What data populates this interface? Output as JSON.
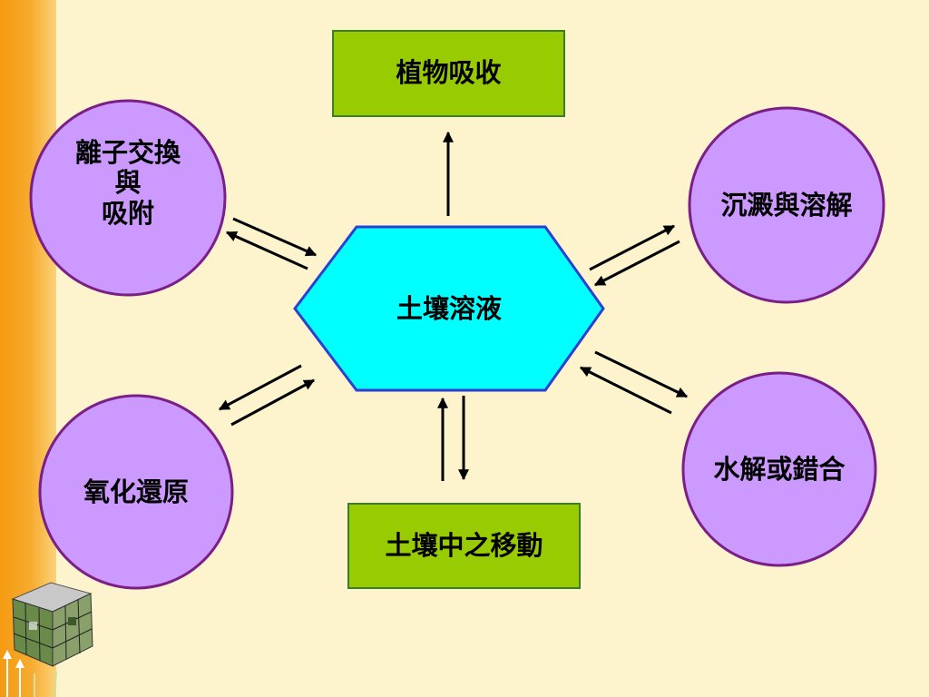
{
  "center": {
    "label": "土壤溶液"
  },
  "top_box": {
    "label": "植物吸收"
  },
  "bottom_box": {
    "label": "土壤中之移動"
  },
  "left_top_circle": {
    "lines": [
      "離子交換",
      "與",
      "吸附"
    ]
  },
  "right_top_circle": {
    "label": "沉澱與溶解"
  },
  "left_bottom_circle": {
    "label": "氧化還原"
  },
  "right_bottom_circle": {
    "label": "水解或錯合"
  },
  "colors": {
    "background": "#fdf3cc",
    "sidebar": "#f7a81c",
    "box_fill": "#99cc00",
    "box_border": "#3b7d2a",
    "circle_fill": "#cc99ff",
    "circle_border": "#7a1f86",
    "hexagon_fill": "#00ffff",
    "hexagon_border": "#2b3fd0"
  },
  "icons": {
    "decoration": "rubik-cube-icon"
  }
}
